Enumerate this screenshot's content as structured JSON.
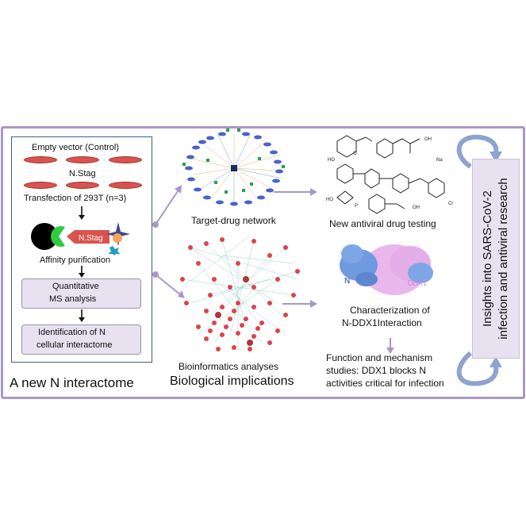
{
  "left_panel": {
    "empty_vector": "Empty vector (Control)",
    "nstag": "N.Stag",
    "transfection": "Transfection of 293T (n=3)",
    "protein_tag": "N.Stag",
    "affinity": "Affinity purification",
    "quant_line1": "Quantitative",
    "quant_line2": "MS analysis",
    "ident_line1": "Identification of N",
    "ident_line2": "cellular interactome"
  },
  "bottom_left_title": "A new N interactome",
  "network_top_label": "Target-drug network",
  "drug_testing_label": "New antiviral drug testing",
  "bioinfo_label": "Bioinformatics analyses",
  "bio_implications_label": "Biological implications",
  "structure": {
    "n_label": "N",
    "ddx1_label": "DDX1"
  },
  "characterization": {
    "line1": "Characterization of",
    "line2": "N-DDX1Interaction"
  },
  "function": {
    "line1": "Function and mechanism",
    "line2": "studies: DDX1 blocks N",
    "line3": "activities critical for infection"
  },
  "insights": {
    "line1": "Insights into SARS-CoV-2",
    "line2": "infection and antiviral research"
  },
  "colors": {
    "frame": "#a897c8",
    "panel_border": "#3f5f80",
    "box_fill": "#e7e1f0",
    "arrow": "#a897c8",
    "dish": "#d9534f",
    "n_blue": "#6f9ae0",
    "ddx1_pink": "#e9b7ec",
    "net_red": "#d9454d",
    "net_teal": "#32a59a"
  }
}
